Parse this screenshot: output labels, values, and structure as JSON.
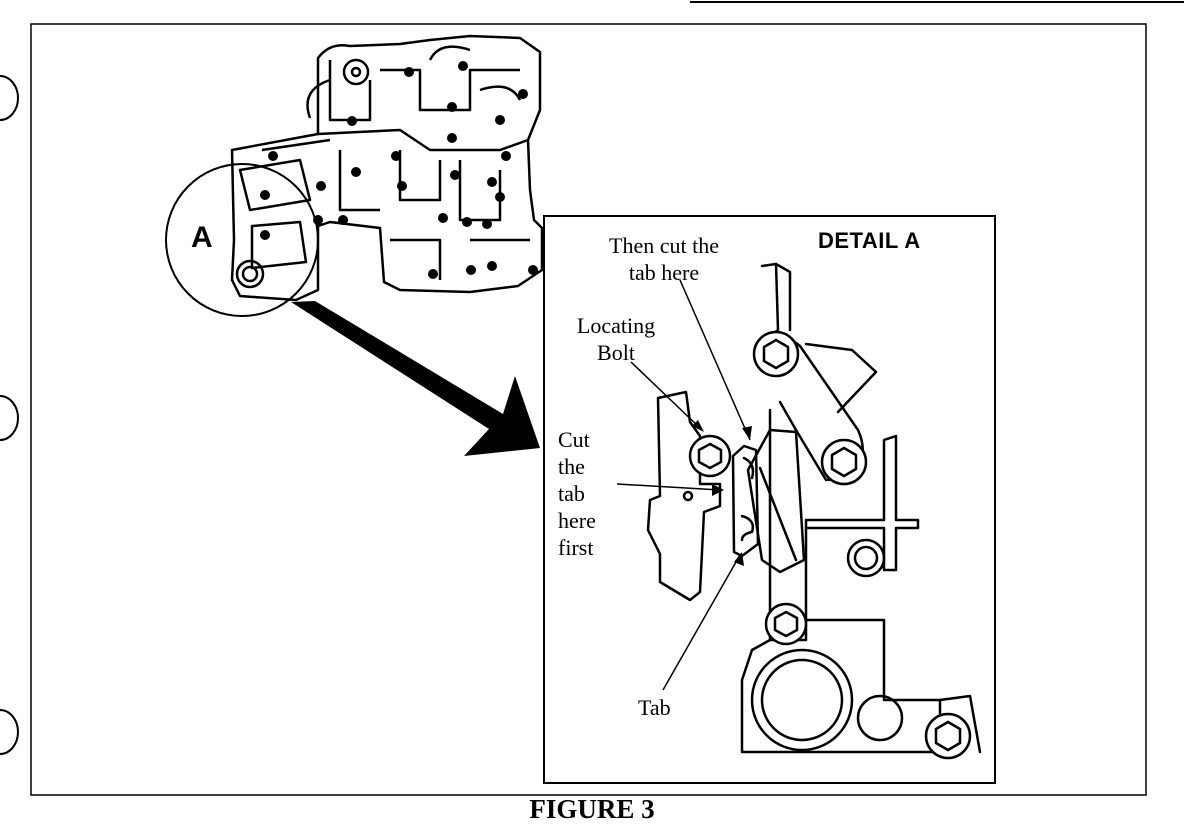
{
  "callout_letter": "A",
  "detail": {
    "title": "DETAIL A",
    "labels": {
      "then_cut": [
        "Then cut the",
        "tab here"
      ],
      "locating_bolt": [
        "Locating",
        "Bolt"
      ],
      "cut_first": [
        "Cut",
        "the",
        "tab",
        "here",
        "first"
      ],
      "tab": "Tab"
    }
  },
  "figure_caption": "FIGURE 3"
}
